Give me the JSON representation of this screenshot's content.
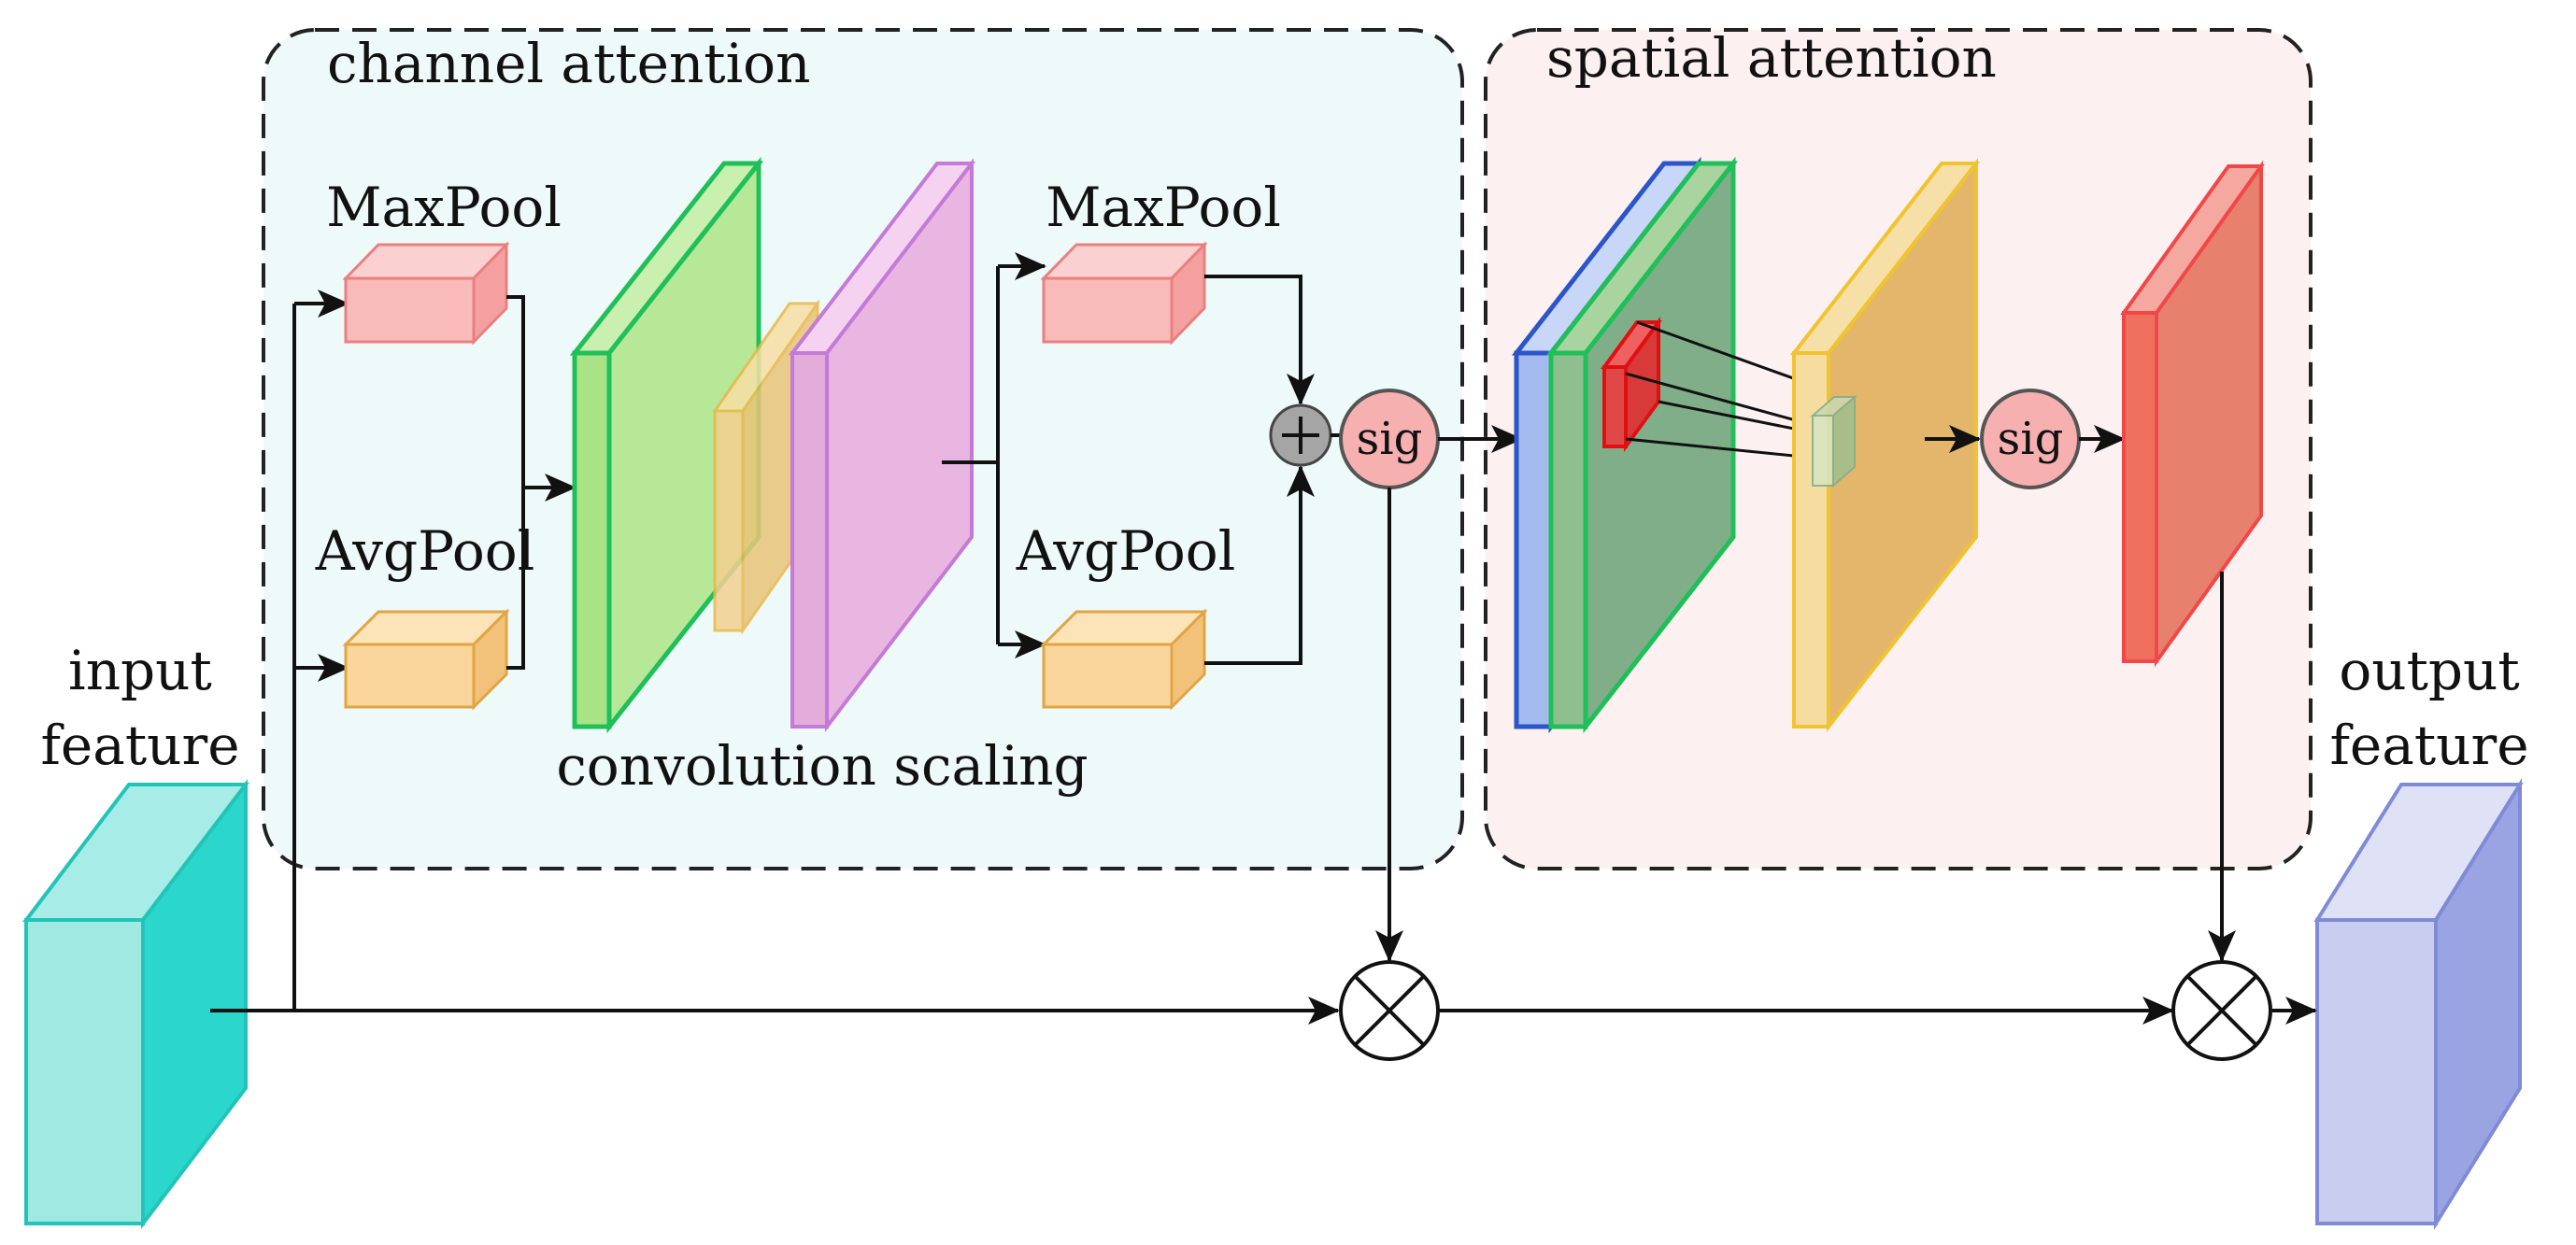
{
  "groups": {
    "channel_attention": "channel attention",
    "spatial_attention": "spatial attention"
  },
  "labels": {
    "maxpool_1": "MaxPool",
    "avgpool_1": "AvgPool",
    "maxpool_2": "MaxPool",
    "avgpool_2": "AvgPool",
    "convolution_scaling": "convolution scaling",
    "input_feature_line1": "input",
    "input_feature_line2": "feature",
    "output_feature_line1": "output",
    "output_feature_line2": "feature",
    "sig_1": "sig",
    "sig_2": "sig"
  },
  "colors": {
    "channel_bg": "#eef9f9",
    "spatial_bg": "#fdf0f0",
    "input_block": "#2fd8cf",
    "output_block": "#b8bfea",
    "maxpool": "#f7b3b3",
    "avgpool": "#f8d49a",
    "green_layer": "#b6e897",
    "purple_layer": "#e6b3df",
    "yellow_layer": "#e0b56b",
    "red_layer": "#e8806e",
    "blue_layer": "#a9c2f0",
    "sig_node": "#f7b0b0",
    "plus_node": "#a5a5a5"
  },
  "icons": [
    "plus-node-icon",
    "multiply-node-icon",
    "arrow-icon"
  ]
}
